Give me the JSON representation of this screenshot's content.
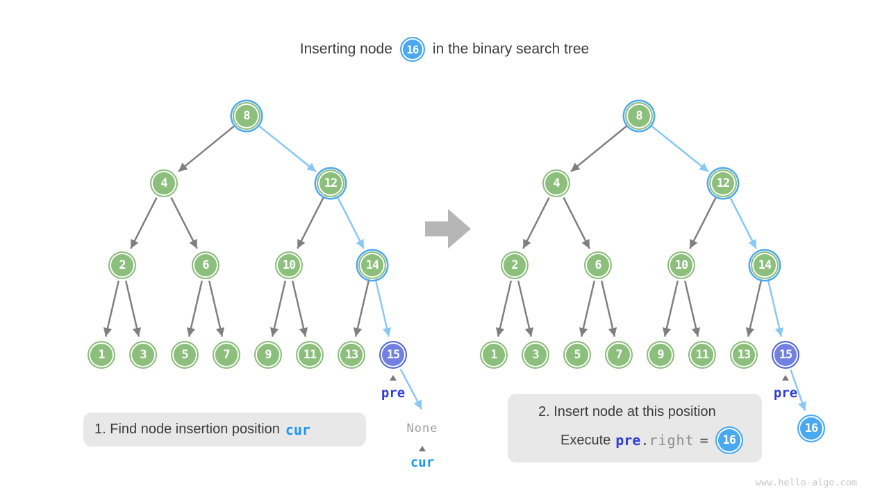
{
  "title": {
    "prefix": "Inserting node",
    "node_value": "16",
    "suffix": "in the binary search tree"
  },
  "captions": {
    "step1": {
      "text": "1. Find node insertion position",
      "code": "cur"
    },
    "step2": {
      "line1": "2. Insert node at this position",
      "line2": {
        "plain1": "Execute",
        "code1": "pre",
        "dot": ".",
        "code2": "right",
        "eq": "=",
        "node_value": "16"
      }
    }
  },
  "pointers": {
    "pre": "pre",
    "cur": "cur",
    "none": "None"
  },
  "watermark": "www.hello-algo.com",
  "colors": {
    "node_green": "#8CBE7C",
    "node_sky_blue": "#49A8EF",
    "node_purple_fill": "#7280E2",
    "node_purple_border": "#5066D4",
    "highlight_ring": "#4FA9EE",
    "edge_gray": "#7F7F7F",
    "edge_blue": "#88C8F6",
    "label_royal_blue": "#2E3ED6",
    "label_cyan_blue": "#1B97F3",
    "caption_bg": "#E8E8E8",
    "big_arrow_gray": "#B6B6B6",
    "text_dark": "#3C3C3C"
  },
  "trees": {
    "left": {
      "nodes": [
        {
          "value": "8",
          "style": "visited"
        },
        {
          "value": "4",
          "style": "normal"
        },
        {
          "value": "12",
          "style": "visited"
        },
        {
          "value": "2",
          "style": "normal"
        },
        {
          "value": "6",
          "style": "normal"
        },
        {
          "value": "10",
          "style": "normal"
        },
        {
          "value": "14",
          "style": "visited"
        },
        {
          "value": "1",
          "style": "normal"
        },
        {
          "value": "3",
          "style": "normal"
        },
        {
          "value": "5",
          "style": "normal"
        },
        {
          "value": "7",
          "style": "normal"
        },
        {
          "value": "9",
          "style": "normal"
        },
        {
          "value": "11",
          "style": "normal"
        },
        {
          "value": "13",
          "style": "normal"
        },
        {
          "value": "15",
          "style": "pre"
        }
      ],
      "edges": [
        {
          "from": "8",
          "to": "4",
          "style": "gray"
        },
        {
          "from": "8",
          "to": "12",
          "style": "blue"
        },
        {
          "from": "4",
          "to": "2",
          "style": "gray"
        },
        {
          "from": "4",
          "to": "6",
          "style": "gray"
        },
        {
          "from": "12",
          "to": "10",
          "style": "gray"
        },
        {
          "from": "12",
          "to": "14",
          "style": "blue"
        },
        {
          "from": "2",
          "to": "1",
          "style": "gray"
        },
        {
          "from": "2",
          "to": "3",
          "style": "gray"
        },
        {
          "from": "6",
          "to": "5",
          "style": "gray"
        },
        {
          "from": "6",
          "to": "7",
          "style": "gray"
        },
        {
          "from": "10",
          "to": "9",
          "style": "gray"
        },
        {
          "from": "10",
          "to": "11",
          "style": "gray"
        },
        {
          "from": "14",
          "to": "13",
          "style": "gray"
        },
        {
          "from": "14",
          "to": "15",
          "style": "blue"
        },
        {
          "from": "15",
          "to": "none",
          "style": "blue"
        }
      ],
      "pre_on": "15",
      "show_none": true
    },
    "right": {
      "nodes": [
        {
          "value": "8",
          "style": "visited"
        },
        {
          "value": "4",
          "style": "normal"
        },
        {
          "value": "12",
          "style": "visited"
        },
        {
          "value": "2",
          "style": "normal"
        },
        {
          "value": "6",
          "style": "normal"
        },
        {
          "value": "10",
          "style": "normal"
        },
        {
          "value": "14",
          "style": "visited"
        },
        {
          "value": "1",
          "style": "normal"
        },
        {
          "value": "3",
          "style": "normal"
        },
        {
          "value": "5",
          "style": "normal"
        },
        {
          "value": "7",
          "style": "normal"
        },
        {
          "value": "9",
          "style": "normal"
        },
        {
          "value": "11",
          "style": "normal"
        },
        {
          "value": "13",
          "style": "normal"
        },
        {
          "value": "15",
          "style": "pre"
        },
        {
          "value": "16",
          "style": "new"
        }
      ],
      "edges": [
        {
          "from": "8",
          "to": "4",
          "style": "gray"
        },
        {
          "from": "8",
          "to": "12",
          "style": "blue"
        },
        {
          "from": "4",
          "to": "2",
          "style": "gray"
        },
        {
          "from": "4",
          "to": "6",
          "style": "gray"
        },
        {
          "from": "12",
          "to": "10",
          "style": "gray"
        },
        {
          "from": "12",
          "to": "14",
          "style": "blue"
        },
        {
          "from": "2",
          "to": "1",
          "style": "gray"
        },
        {
          "from": "2",
          "to": "3",
          "style": "gray"
        },
        {
          "from": "6",
          "to": "5",
          "style": "gray"
        },
        {
          "from": "6",
          "to": "7",
          "style": "gray"
        },
        {
          "from": "10",
          "to": "9",
          "style": "gray"
        },
        {
          "from": "10",
          "to": "11",
          "style": "gray"
        },
        {
          "from": "14",
          "to": "13",
          "style": "gray"
        },
        {
          "from": "14",
          "to": "15",
          "style": "blue"
        },
        {
          "from": "15",
          "to": "16",
          "style": "blue"
        }
      ],
      "pre_on": "15",
      "show_none": false
    }
  }
}
